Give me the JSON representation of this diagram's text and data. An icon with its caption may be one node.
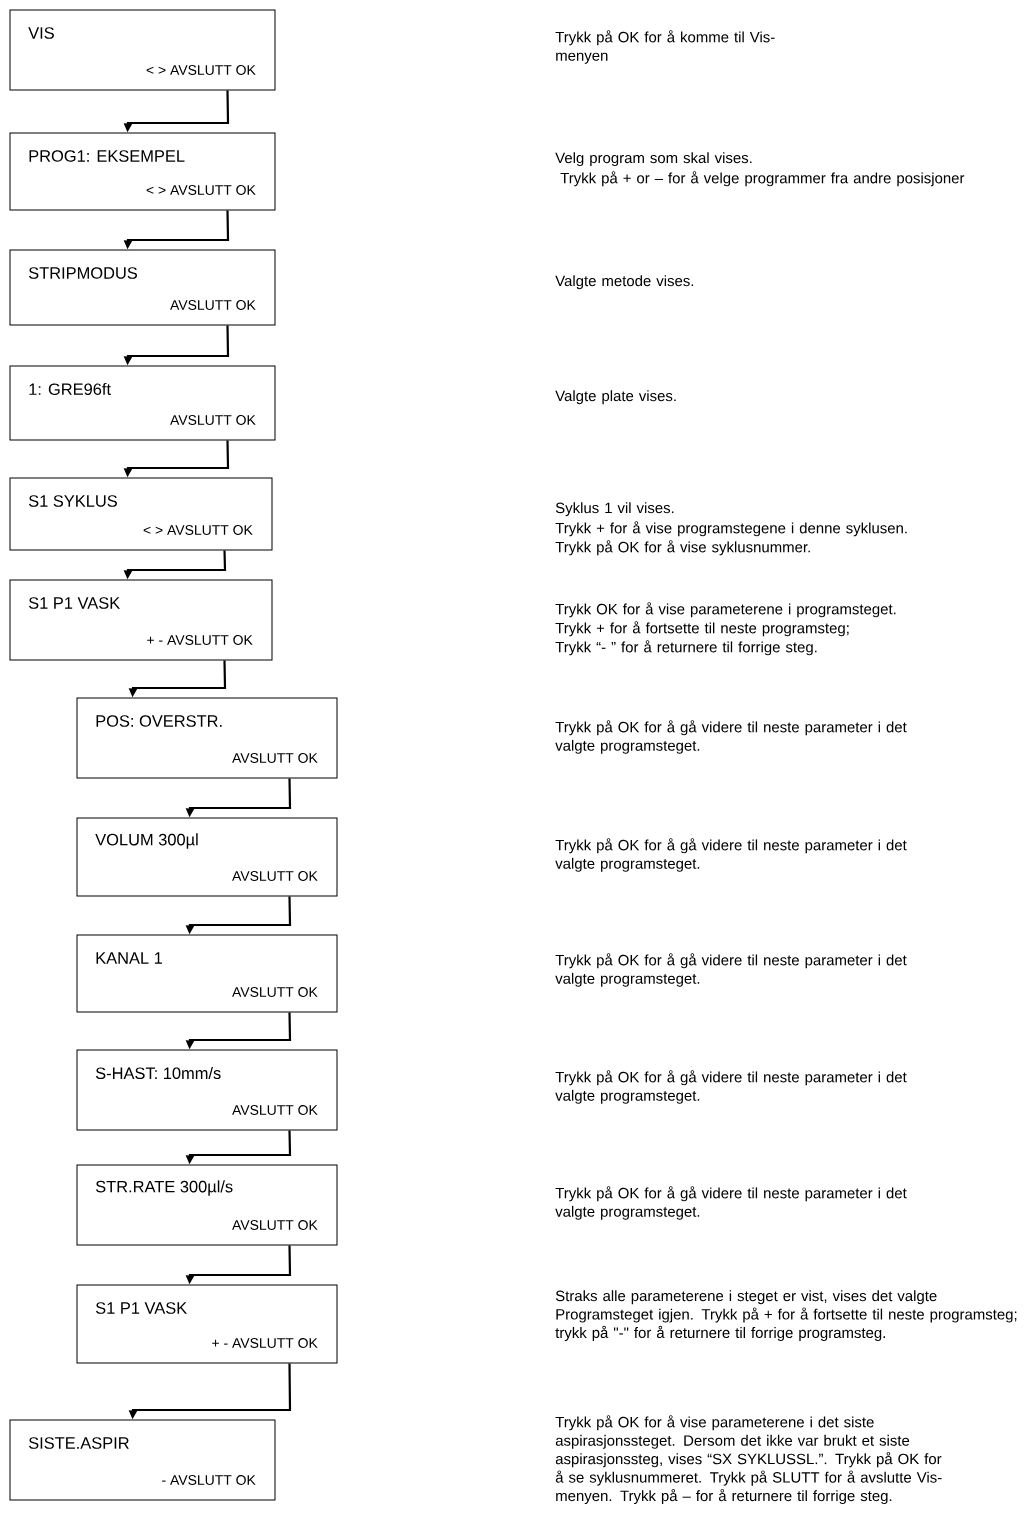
{
  "diagram": {
    "nodes": [
      {
        "text": [
          "VIS",
          "< > AVSLUTT OK"
        ]
      },
      {
        "text": [
          "PROG1: EKSEMPEL",
          "< > AVSLUTT OK"
        ]
      },
      {
        "text": [
          "STRIPMODUS",
          "AVSLUTT OK"
        ]
      },
      {
        "text": [
          "1: GRE96ft",
          "AVSLUTT OK"
        ]
      },
      {
        "text": [
          "S1 SYKLUS",
          "< > AVSLUTT OK"
        ]
      },
      {
        "text": [
          "S1 P1 VASK",
          "+ - AVSLUTT OK"
        ]
      },
      {
        "text": [
          "POS: OVERSTR.",
          "AVSLUTT OK"
        ]
      },
      {
        "text": [
          "VOLUM 300µl",
          "AVSLUTT OK"
        ]
      },
      {
        "text": [
          "KANAL 1",
          "AVSLUTT OK"
        ]
      },
      {
        "text": [
          "S-HAST: 10mm/s",
          "AVSLUTT OK"
        ]
      },
      {
        "text": [
          "STR.RATE 300µl/s",
          "AVSLUTT OK"
        ]
      },
      {
        "text": [
          "S1 P1 VASK",
          "+ - AVSLUTT OK"
        ]
      },
      {
        "text": [
          "SISTE.ASPIR",
          "- AVSLUTT OK"
        ]
      }
    ],
    "edges": [
      {
        "from": 0,
        "to": 1,
        "arrow": "to"
      },
      {
        "from": 1,
        "to": 2,
        "arrow": "to"
      },
      {
        "from": 2,
        "to": 3,
        "arrow": "to"
      },
      {
        "from": 3,
        "to": 4,
        "arrow": "to"
      },
      {
        "from": 4,
        "to": 5,
        "arrow": "to"
      },
      {
        "from": 5,
        "to": 6,
        "arrow": "to"
      },
      {
        "from": 6,
        "to": 7,
        "arrow": "to"
      },
      {
        "from": 7,
        "to": 8,
        "arrow": "to"
      },
      {
        "from": 8,
        "to": 9,
        "arrow": "to"
      },
      {
        "from": 9,
        "to": 10,
        "arrow": "to"
      },
      {
        "from": 10,
        "to": 11,
        "arrow": "to"
      },
      {
        "from": 11,
        "to": 12,
        "arrow": "to"
      }
    ],
    "labels": [
      "Trykk på OK for å komme til Vis-menyen",
      "Velg program som skal vises.",
      " Trykk på + or – for å velge programmer fra andre posisjoner",
      "Valgte metode vises.",
      "Valgte plate vises.",
      "Syklus 1 vil vises.",
      "Trykk + for å vise programstegene i denne syklusen.",
      "Trykk på OK for å vise syklusnummer.",
      "Trykk OK for å vise parameterene i programsteget.",
      "Trykk + for å fortsette til neste programsteg;",
      "Trykk “- ” for å returnere til forrige steg.",
      "Trykk på OK for å gå videre til neste parameter i det valgte programsteget.",
      "Trykk på OK for å gå videre til neste parameter i det valgte programsteget.",
      "Trykk på OK for å gå videre til neste parameter i det valgte programsteget.",
      "Trykk på OK for å gå videre til neste parameter i det valgte programsteget.",
      "Trykk på OK for å gå videre til neste parameter i det valgte programsteget.",
      "Straks alle parameterene i steget er vist, vises det valgte Programsteget igjen. Trykk på + for å fortsette til neste programsteg; trykk på \"-\" for å returnere til forrige programsteg.",
      "Trykk på OK for å vise parameterene i det siste aspirasjonssteget. Dersom det ikke var brukt et siste aspirasjonssteg, vises “SX SYKLUSSL.”. Trykk på OK for å se syklusnummeret. Trykk på SLUTT for å avslutte Vis-menyen. Trykk på – for å returnere til forrige steg."
    ]
  }
}
